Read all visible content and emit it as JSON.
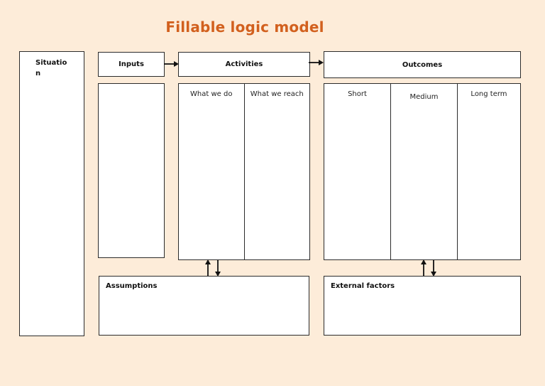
{
  "title": "Fillable logic model",
  "colors": {
    "background": "#fdecd9",
    "title": "#d2601e",
    "border": "#2b2b2b",
    "box_fill": "#ffffff",
    "arrow": "#111111"
  },
  "diagram": {
    "situation": {
      "label": "Situation"
    },
    "inputs": {
      "label": "Inputs"
    },
    "activities": {
      "label": "Activities",
      "columns": [
        "What we do",
        "What we reach"
      ]
    },
    "outcomes": {
      "label": "Outcomes",
      "columns": [
        "Short",
        "Medium",
        "Long term"
      ]
    },
    "assumptions": {
      "label": "Assumptions"
    },
    "external_factors": {
      "label": "External factors"
    },
    "arrows": [
      {
        "name": "inputs-to-activities",
        "direction": "right"
      },
      {
        "name": "activities-to-outcomes",
        "direction": "right"
      },
      {
        "name": "activities-assumptions-feedback",
        "direction": "up-down"
      },
      {
        "name": "outcomes-external-factors-feedback",
        "direction": "up-down"
      }
    ]
  }
}
